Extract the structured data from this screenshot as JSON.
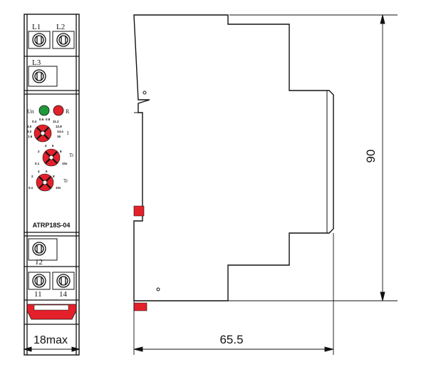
{
  "front_view": {
    "terminals_top": {
      "l1": "L1",
      "l2": "L2",
      "l3": "L3"
    },
    "indicators": {
      "un_label": "Un",
      "r_label": "R",
      "un_color": "#1f9a3a",
      "r_color": "#e4212a"
    },
    "knobs": {
      "i_label": "I",
      "tt_label": "Tt",
      "tr_label": "Tr",
      "tt_scale_end": "10s",
      "tr_scale_end": "10s",
      "tt_scale_start": "0.1",
      "tr_scale_start": "0.1",
      "knob_color": "#e4212a"
    },
    "model": "ATRP18S-04",
    "terminals_bottom": {
      "t12": "12",
      "t11": "11",
      "t14": "14"
    },
    "clip_color": "#e4212a",
    "width_dimension": "18max"
  },
  "side_view": {
    "height_dimension": "90",
    "depth_dimension": "65.5",
    "latch_color": "#e4212a"
  }
}
